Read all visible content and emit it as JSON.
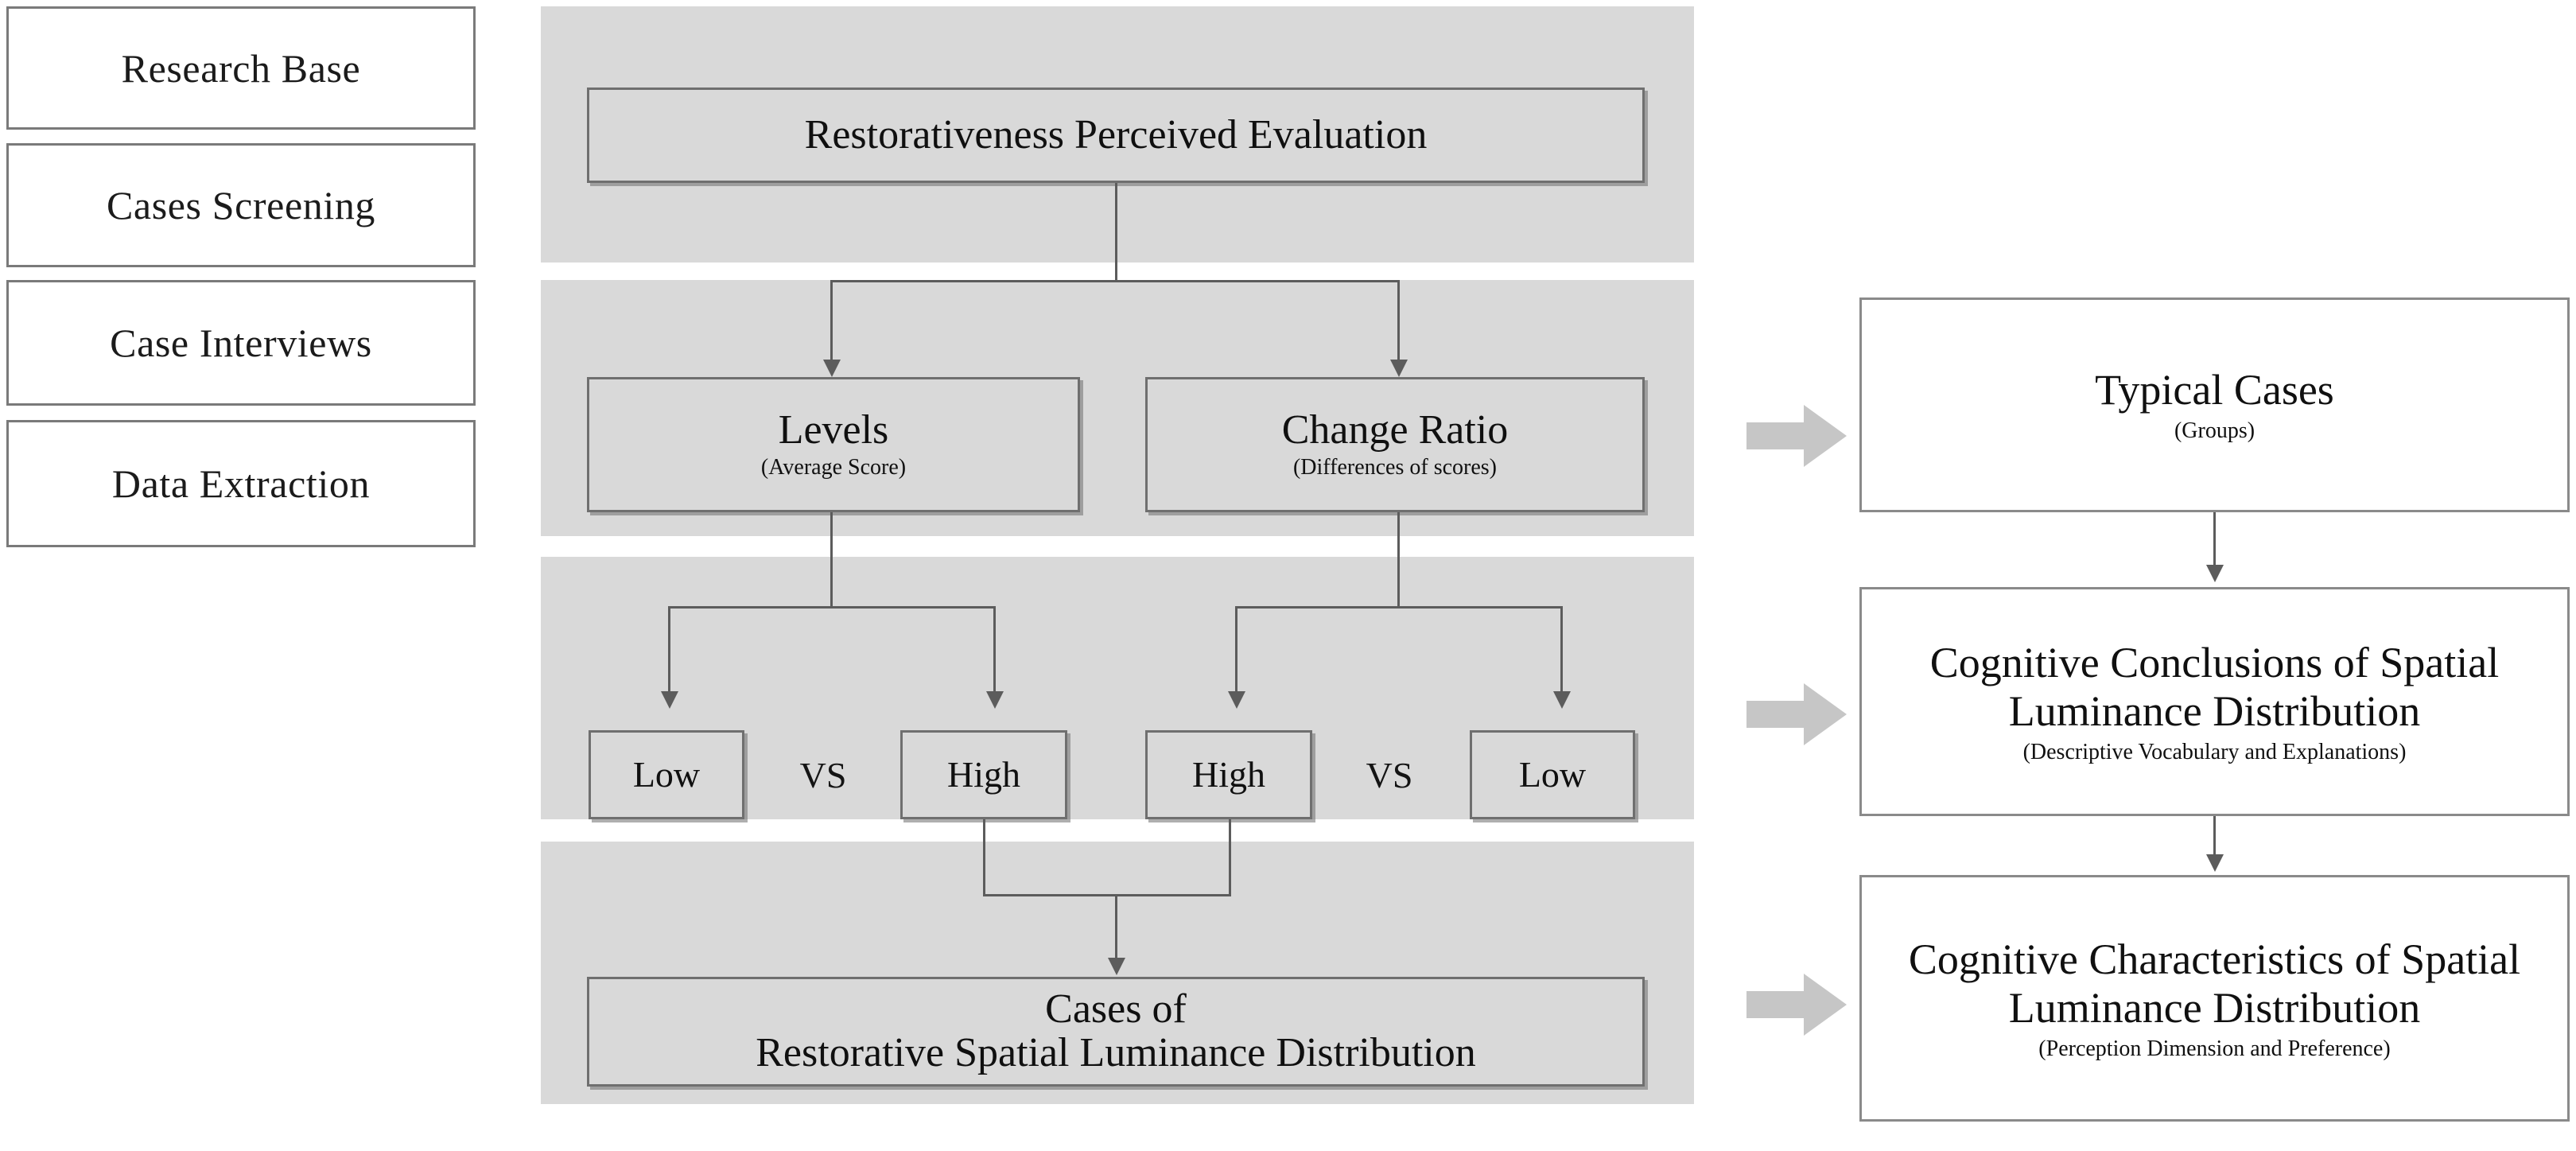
{
  "diagram": {
    "title": "Research framework flowchart of restorative spatial luminance distribution",
    "colors": {
      "band_gray": "#D9D9D9",
      "box_border": "#6F6F6F",
      "result_border": "#8A8A8A",
      "connector": "#5C5C5C",
      "block_arrow": "#C6C6C6",
      "text": "#101010"
    }
  },
  "stages": [
    {
      "label": "Research Base"
    },
    {
      "label": "Cases Screening"
    },
    {
      "label": "Case Interviews"
    },
    {
      "label": "Data Extraction"
    }
  ],
  "flow": {
    "root": {
      "main": "Restorativeness Perceived Evaluation",
      "sub": ""
    },
    "levels": {
      "main": "Levels",
      "sub": "(Average Score)"
    },
    "change_ratio": {
      "main": "Change Ratio",
      "sub": "(Differences of scores)"
    },
    "compare_left": {
      "first": "Low",
      "operator": "VS",
      "second": "High"
    },
    "compare_right": {
      "first": "High",
      "operator": "VS",
      "second": "Low"
    },
    "cases": {
      "line1": "Cases of",
      "line2": "Restorative Spatial Luminance Distribution"
    }
  },
  "results": [
    {
      "main": "Typical Cases",
      "sub": "(Groups)"
    },
    {
      "main": "Cognitive Conclusions of Spatial Luminance Distribution",
      "sub": "(Descriptive Vocabulary and Explanations)"
    },
    {
      "main": "Cognitive Characteristics of Spatial Luminance Distribution",
      "sub": "(Perception Dimension and Preference)"
    }
  ],
  "icons": {
    "block_arrow": "right-block-arrow",
    "connector_arrow": "down-arrow"
  }
}
